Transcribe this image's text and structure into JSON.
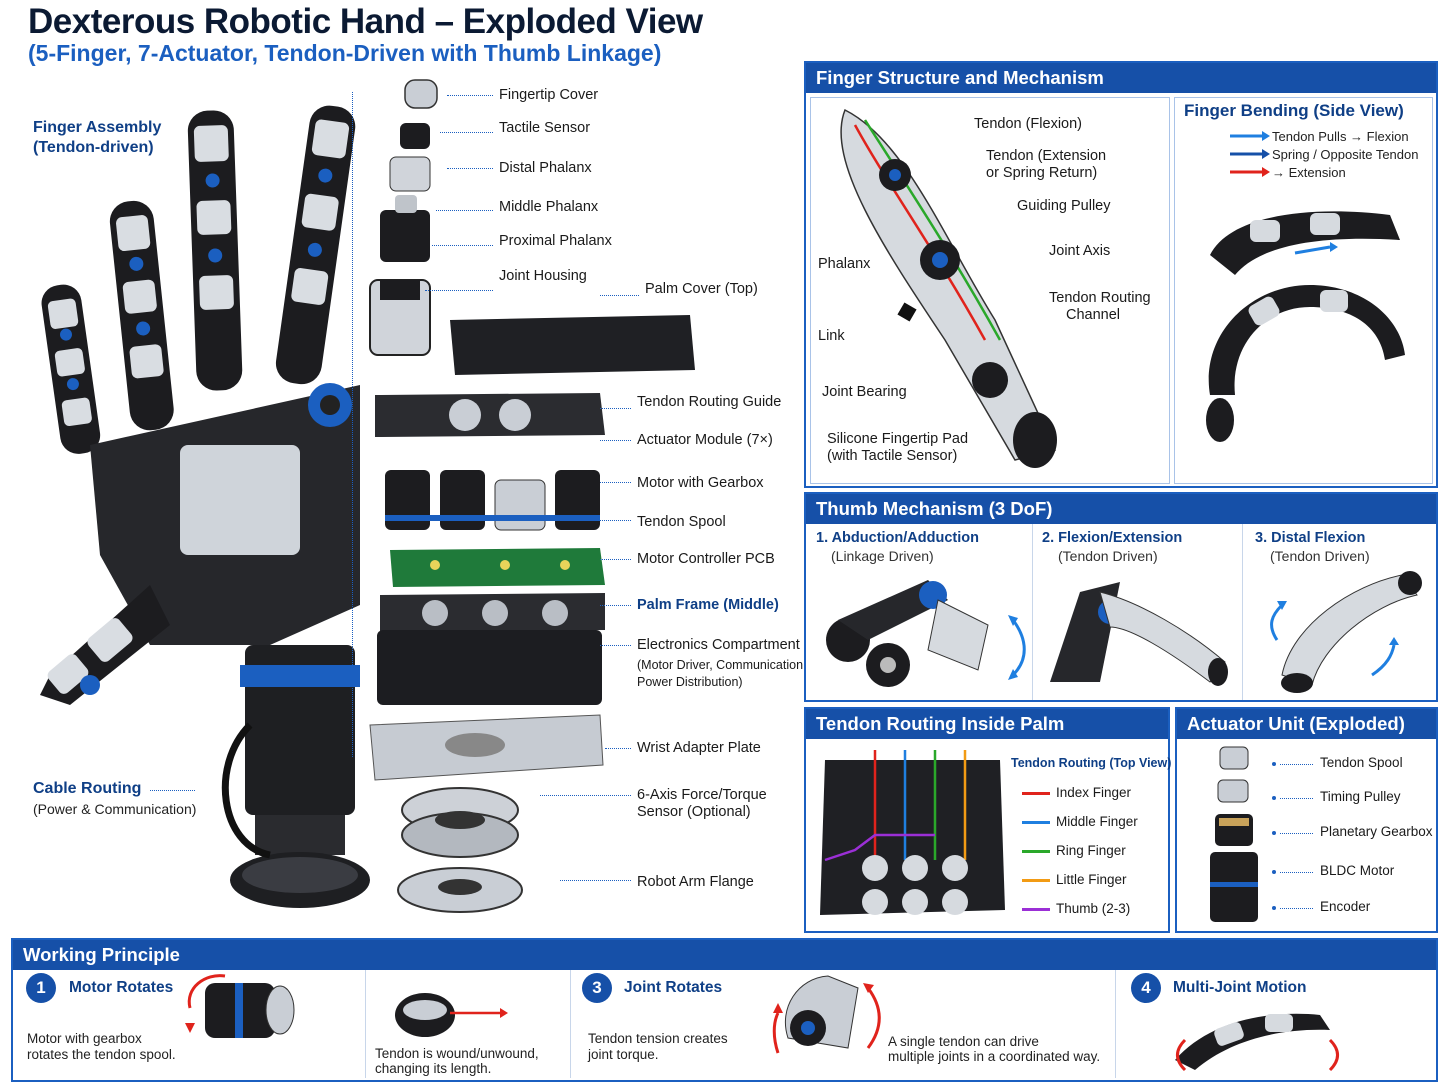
{
  "header": {
    "title": "Dexterous Robotic Hand – Exploded View",
    "subtitle": "(5-Finger, 7-Actuator, Tendon-Driven with Thumb Linkage)"
  },
  "left": {
    "finger_assembly": "Finger Assembly",
    "finger_assembly_sub": "(Tendon-driven)",
    "cable_routing": "Cable Routing",
    "cable_routing_sub": "(Power & Communication)"
  },
  "exploded_callouts": [
    "Fingertip Cover",
    "Tactile Sensor",
    "Distal Phalanx",
    "Middle Phalanx",
    "Proximal Phalanx",
    "Joint Housing",
    "Palm Cover (Top)",
    "Tendon Routing Guide",
    "Actuator Module (7×)",
    "Motor with Gearbox",
    "Tendon Spool",
    "Motor Controller PCB",
    "Palm Frame (Middle)",
    "Electronics Compartment",
    "(Motor Driver, Communication,",
    "Power Distribution)",
    "Wrist Adapter Plate",
    "6-Axis Force/Torque",
    "Sensor (Optional)",
    "Robot Arm Flange"
  ],
  "finger_panel": {
    "header": "Finger Structure and Mechanism",
    "labels": {
      "tendon_flexion": "Tendon (Flexion)",
      "tendon_extension_1": "Tendon (Extension",
      "tendon_extension_2": "or Spring Return)",
      "guiding_pulley": "Guiding Pulley",
      "phalanx": "Phalanx",
      "joint_axis": "Joint Axis",
      "routing_channel_1": "Tendon Routing",
      "routing_channel_2": "Channel",
      "link": "Link",
      "joint_bearing": "Joint Bearing",
      "fingertip_pad_1": "Silicone Fingertip Pad",
      "fingertip_pad_2": "(with Tactile Sensor)"
    },
    "bending": {
      "title": "Finger Bending (Side View)",
      "legend_1": "Tendon Pulls → Flexion",
      "legend_2": "Spring / Opposite Tendon",
      "legend_3": "→ Extension"
    }
  },
  "thumb_panel": {
    "header": "Thumb Mechanism (3 DoF)",
    "steps": [
      {
        "title": "1. Abduction/Adduction",
        "sub": "(Linkage Driven)"
      },
      {
        "title": "2. Flexion/Extension",
        "sub": "(Tendon Driven)"
      },
      {
        "title": "3. Distal Flexion",
        "sub": "(Tendon Driven)"
      }
    ]
  },
  "tendon_panel": {
    "header": "Tendon Routing Inside Palm",
    "legend_title": "Tendon Routing (Top View)",
    "legend": [
      {
        "label": "Index Finger",
        "color": "#e0231c"
      },
      {
        "label": "Middle Finger",
        "color": "#1f7fe0"
      },
      {
        "label": "Ring Finger",
        "color": "#2aa82a"
      },
      {
        "label": "Little Finger",
        "color": "#f29b14"
      },
      {
        "label": "Thumb (2-3)",
        "color": "#9b2fd6"
      }
    ]
  },
  "actuator_panel": {
    "header": "Actuator Unit (Exploded)",
    "parts": [
      "Tendon Spool",
      "Timing Pulley",
      "Planetary Gearbox",
      "BLDC Motor",
      "Encoder"
    ]
  },
  "working_principle": {
    "header": "Working Principle",
    "steps": [
      {
        "num": "1",
        "title": "Motor Rotates",
        "line1": "Motor with gearbox",
        "line2": "rotates the tendon spool."
      },
      {
        "num": "",
        "title": "",
        "line1": "Tendon is wound/unwound,",
        "line2": "changing its length."
      },
      {
        "num": "3",
        "title": "Joint Rotates",
        "line1": "Tendon tension creates",
        "line2": "joint torque."
      },
      {
        "num": "",
        "title": "",
        "line1": "A single tendon can drive",
        "line2": "multiple joints in a coordinated way."
      },
      {
        "num": "4",
        "title": "Multi-Joint Motion",
        "line1": "",
        "line2": ""
      }
    ]
  },
  "colors": {
    "accent_blue": "#1650a8",
    "title_navy": "#0b1a33",
    "subtitle_blue": "#1b5fc0"
  }
}
